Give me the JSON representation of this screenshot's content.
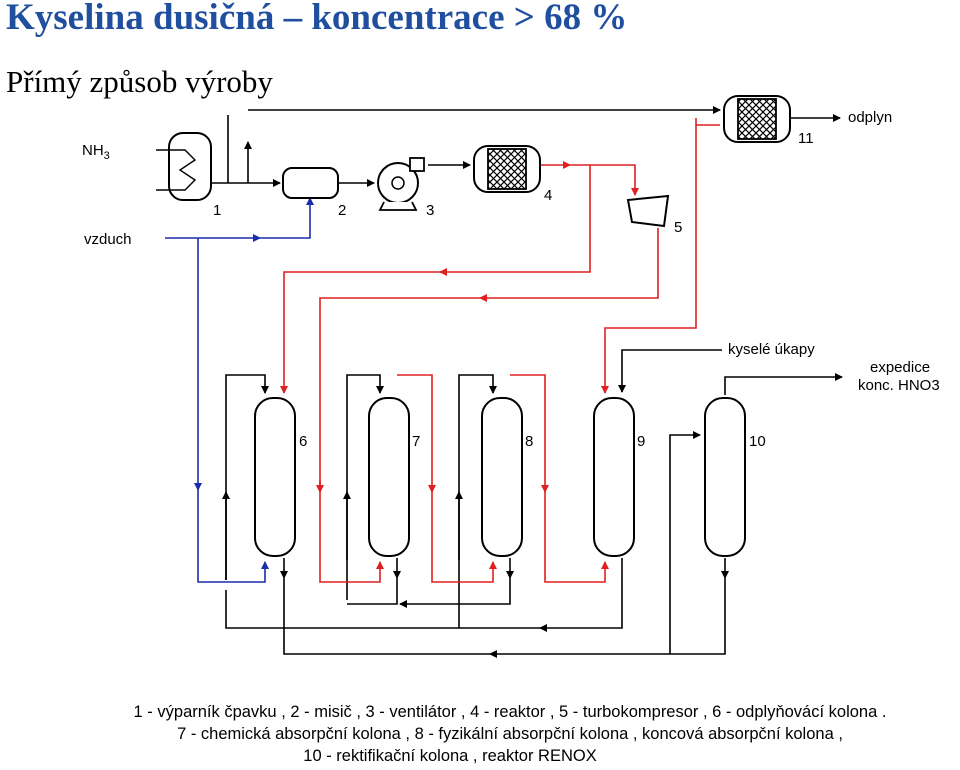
{
  "title": "Kyselina dusičná – koncentrace > 68 %",
  "subtitle": "Přímý způsob výroby",
  "streams": {
    "nh3_main": "NH",
    "nh3_sub": "3",
    "air": "vzduch",
    "offgas": "odplyn",
    "acid_drops": "kyselé úkapy",
    "product_line1": "expedice",
    "product_line2": "konc. HNO3"
  },
  "unit_numbers": [
    "1",
    "2",
    "3",
    "4",
    "5",
    "6",
    "7",
    "8",
    "9",
    "10",
    "11"
  ],
  "legend": [
    "1 - výparník čpavku , 2 - misič , 3 - ventilátor , 4 - reaktor , 5 - turbokompresor , 6 - odplyňovácí kolona .",
    "7 - chemická absorpční kolona , 8 - fyzikální absorpční kolona , koncová absorpční kolona ,",
    "10 - rektifikační kolona , reaktor RENOX"
  ],
  "colors": {
    "title": "#1f4f9e",
    "red_line": "#e02020",
    "blue_line": "#1a2ea8",
    "black_line": "#000000"
  }
}
